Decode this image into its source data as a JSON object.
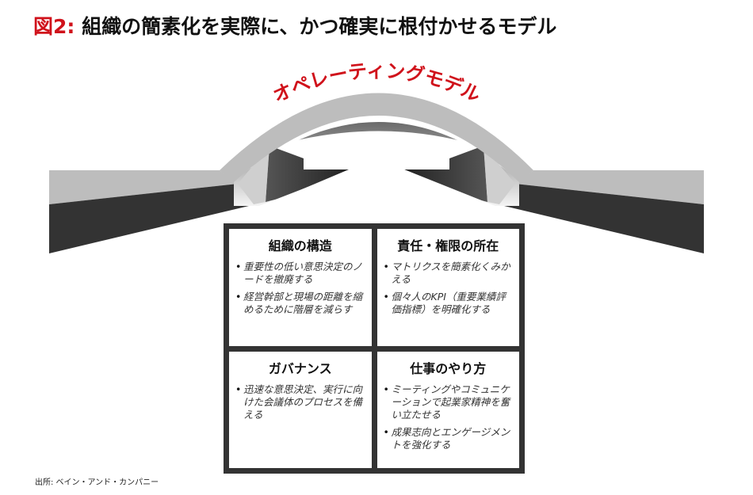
{
  "title": {
    "figure_number": "図2:",
    "text": "組織の簡素化を実際に、かつ確実に根付かせるモデル"
  },
  "arch_label": "オペレーティングモデル",
  "colors": {
    "accent": "#d0121b",
    "dark": "#333333",
    "light_gray": "#bdbdbd"
  },
  "quadrants": [
    {
      "heading": "組織の構造",
      "bullets": [
        "重要性の低い意思決定のノードを撤廃する",
        "経営幹部と現場の距離を縮めるために階層を減らす"
      ]
    },
    {
      "heading": "責任・権限の所在",
      "bullets": [
        "マトリクスを簡素化くみかえる",
        "個々人のKPI（重要業績評価指標）を明確化する"
      ]
    },
    {
      "heading": "ガバナンス",
      "bullets": [
        "迅速な意思決定、実行に向けた会議体のプロセスを備える"
      ]
    },
    {
      "heading": "仕事のやり方",
      "bullets": [
        "ミーティングやコミュニケーションで起業家精神を奮い立たせる",
        "成果志向とエンゲージメントを強化する"
      ]
    }
  ],
  "source": "出所:  ベイン・アンド・カンパニー"
}
